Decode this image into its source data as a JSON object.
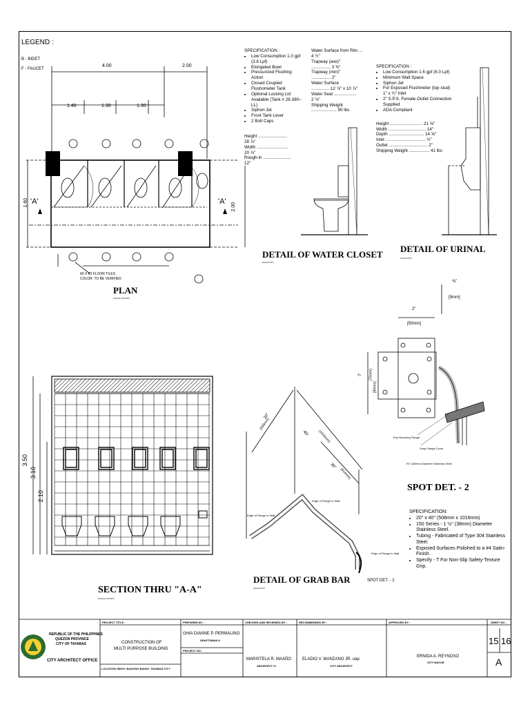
{
  "legend": {
    "title": "LEGEND :",
    "items": [
      "B - BIDET",
      "F - FAUCET"
    ]
  },
  "plan": {
    "dims_top": [
      "4.00",
      "2.00"
    ],
    "dims_sub": [
      "1.40",
      "1.30",
      "1.30"
    ],
    "dim_left": "1.60",
    "dim_right": "2.00",
    "section_mark": "'A'",
    "tile_note": [
      "60 X 60 FLOOR TILES",
      "COLOR: TO BE VERIFIED"
    ],
    "title": "PLAN",
    "scale": "SCALE 1:50 MTS"
  },
  "water_closet": {
    "spec_title": "SPECIFICATION :",
    "spec_items": [
      "Low Consumption 1.0 gpf (3.8 Lpf)",
      "Elongated Bowl",
      "Pressurized Flushing Action",
      "Closed Coupled Flushometer Tank",
      "Optional Locking Lid Available (Tank # 28-380--LL)",
      "Siphon Jet",
      "Front Tank Lever",
      "2 Bolt Caps"
    ],
    "measures": [
      "Height ........................",
      "28 ⅞\"",
      "Width ..........................",
      "20 ⅞\"",
      "Rough-in .......................",
      "12\""
    ],
    "col2": [
      "Water Surface from Rim ...",
      "4 ½\"",
      "Trapway (ave)\"",
      "................ 3 ⅜\"",
      "Trapway (min)\"",
      "................ 2\"",
      "Water Surface",
      "................12 ⅞\" x 10 ⅞\"",
      "Water Seal ...................",
      "2 ⅛\"",
      "Shipping Weight",
      "..................... 90 lbs"
    ],
    "title": "DETAIL OF WATER CLOSET",
    "scale": "SCALE NTS"
  },
  "urinal": {
    "spec_title": "SPECIFICATION :",
    "spec_items": [
      "Low Consumption 1.6 gpf (6.0 Lpf)",
      "Minimum Wall Space",
      "Siphon Jet",
      "For Exposed Flushmeter (top stud) 1\" x ¾\" Inlet",
      "2\" S.P.S. Female Outlet Connection Supplied",
      "ADA Compliant"
    ],
    "measures": [
      "Height ........................... 21 ⅝\"",
      "Width ............................... 14\"",
      "Depth ............................. 14 ⅝\"",
      "Inlet ................................. ¾\"",
      "Outlet ................................ 2\"",
      "Shipping Weight ................. 41 lbs"
    ],
    "title": "DETAIL OF URINAL",
    "scale": "SCALE NTS"
  },
  "spot": {
    "dims": [
      "⅜\"",
      "[9mm]",
      "2\"",
      "[50mm]",
      "[76mm]",
      "3\"",
      "[80mm]"
    ],
    "labels": [
      "End Mounting Flange",
      "Snap Flange Cover",
      "1½\" (38mm) Diameter Stainless Steel"
    ],
    "title": "SPOT DET. - 2",
    "spec_title": "SPECIFICATION:",
    "spec_items": [
      "20\" x 40\" (508mm x 1016mm)",
      "150 Series - 1 ½\" (38mm) Diameter Stainless Steel.",
      "Tubing - Fabricated of Type 304 Stainless Steel.",
      "Exposed Surfaces Polished to a #4 Satin-Finish.",
      "Specify - T For Non-Slip Safety-Texture Grip."
    ]
  },
  "section": {
    "dims": [
      "3.50",
      "3.10",
      "2.10"
    ],
    "title": "SECTION THRU \"A-A\"",
    "scale": "SCALE 1:50 MTS"
  },
  "grab_bar": {
    "dims": [
      "20\"",
      "(508mm)",
      "40\"",
      "(1016mm)",
      "36\"",
      "(914mm)"
    ],
    "labels": [
      "Edge of Flange to Wall",
      "Edge of Flange to Wall",
      "Edge of Flange to Wall"
    ],
    "spot_ref": "SPOT DET. - 2",
    "title": "DETAIL OF GRAB BAR",
    "scale": "SCALE NTS"
  },
  "title_block": {
    "office": [
      "REPUBLIC OF THE PHILIPPINES",
      "QUEZON PROVINCE",
      "CITY OF TAYABAS"
    ],
    "office_name": "CITY ARCHITECT OFFICE",
    "project_title_label": "PROJECT TITLE :",
    "project_title": [
      "CONSTRUCTION OF",
      "MULTI PURPOSE BUILDING"
    ],
    "location": "LOCATION: BRGY. BAGONG BUHAY, TAYABAS CITY",
    "prepared_label": "PREPARED BY :",
    "prepared_name": "GHIA DIANNE P. PERMALINO",
    "prepared_role": "DRAFTSMAN II",
    "project_no_label": "PROJECT NO :",
    "checked_label": "CHECKED AND REVIEWED BY :",
    "checked_name": "MARISTELA R. MAAÑO",
    "checked_role": "ARCHITECT IV",
    "recommended_label": "RECOMMENDED BY :",
    "recommended_name": "ELADIO V. MANZANO JR. uap",
    "recommended_role": "CITY ARCHITECT",
    "approved_label": "APPROVED BY :",
    "approved_name": "ERNIDA A. REYNOSO",
    "approved_role": "CITY MAYOR",
    "sheet_label": "SHEET NO :",
    "sheet_no": "15",
    "sheet_total": "16",
    "sheet_letter": "A"
  }
}
